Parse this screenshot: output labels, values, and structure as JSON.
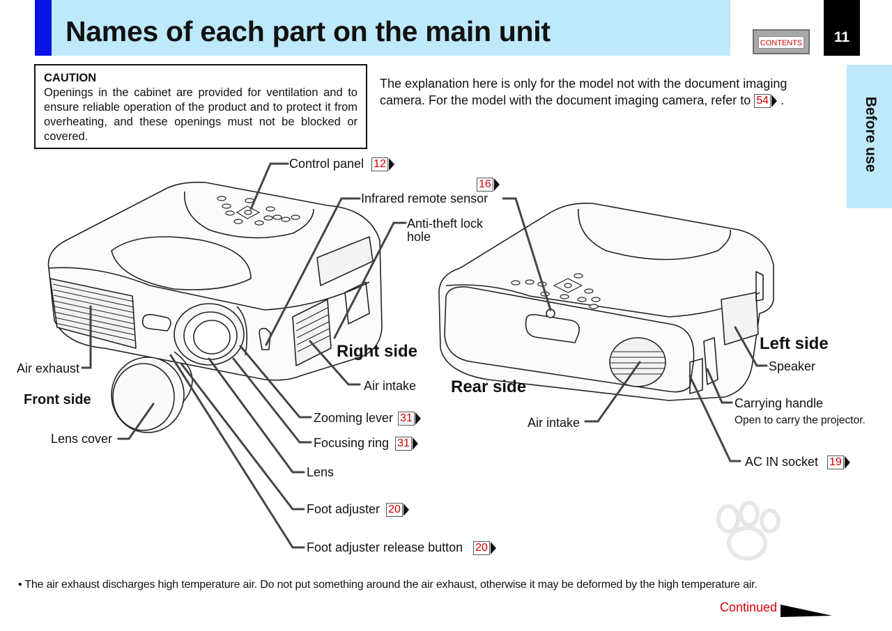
{
  "header": {
    "title": "Names of each part on the main unit",
    "contents_label": "CONTENTS",
    "page_number": "11"
  },
  "side_tab": {
    "label": "Before use"
  },
  "caution": {
    "title": "CAUTION",
    "body": "Openings in the cabinet are provided for ventilation and to ensure reliable operation of the product and to protect it from overheating, and these openings must not be blocked or covered."
  },
  "note": {
    "text": "The explanation here is only for the model not with the document imaging camera. For the model with the document imaging camera, refer to",
    "ref": "54",
    "end": "."
  },
  "labels": {
    "control_panel": "Control panel",
    "control_panel_ref": "12",
    "ir_ref": "16",
    "ir_sensor": "Infrared remote sensor",
    "anti_theft_1": "Anti-theft lock",
    "anti_theft_2": "hole",
    "air_exhaust": "Air exhaust",
    "front_side": "Front side",
    "lens_cover": "Lens cover",
    "right_side": "Right side",
    "air_intake_right": "Air intake",
    "zooming_lever": "Zooming lever",
    "zooming_lever_ref": "31",
    "focusing_ring": "Focusing ring",
    "focusing_ring_ref": "31",
    "lens": "Lens",
    "foot_adjuster": "Foot adjuster",
    "foot_adjuster_ref": "20",
    "foot_release": "Foot adjuster release button",
    "foot_release_ref": "20",
    "rear_side": "Rear side",
    "air_intake_rear": "Air intake",
    "left_side": "Left side",
    "speaker": "Speaker",
    "carrying_handle": "Carrying handle",
    "carrying_handle_note": "Open to carry the projector.",
    "ac_in": "AC IN socket",
    "ac_in_ref": "19"
  },
  "footnote": "• The air exhaust discharges high temperature air. Do not put something around the air exhaust, otherwise it may be deformed by the high temperature air.",
  "continued": "Continued"
}
